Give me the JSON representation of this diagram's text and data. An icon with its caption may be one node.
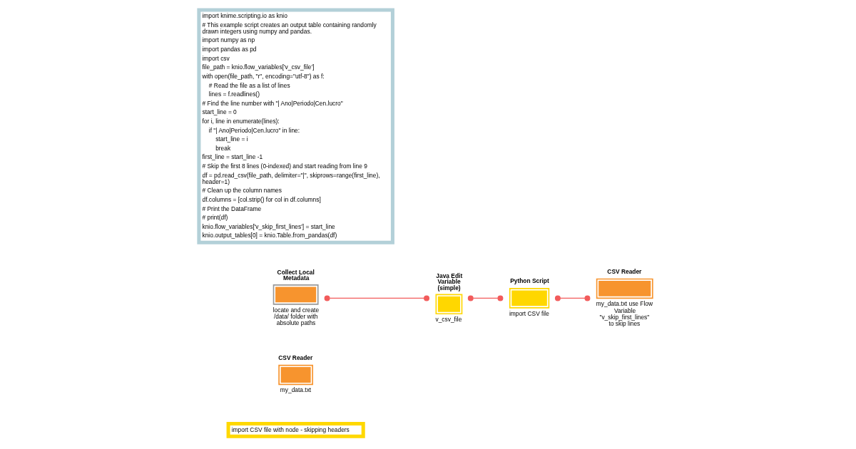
{
  "diagram": {
    "nodes": [
      {
        "text": [
          "import CSV file with node - skipping headers"
        ]
      },
      {
        "text": [
          "CSV Reader",
          "my_data.txt"
        ]
      },
      {
        "text": [
          "CSV Reader",
          "my_data.txt use Flow Variable \"v_skip_first_lines\" to skip lines"
        ]
      },
      {
        "text": [
          "Collect Local Metadata",
          "locate and create /data/ folder with absolute paths"
        ]
      },
      {
        "text": [
          "Java Edit Variable (simple)",
          "v_csv_file"
        ]
      },
      {
        "text": [
          "Python Script",
          "import CSV file"
        ]
      },
      {
        "text": [
          "import knime.scripting.io as knio",
          "# This example script creates an output table containing randomly drawn integers using numpy and pandas.",
          "import numpy as np",
          "import pandas as pd",
          "import csv",
          "file_path = knio.flow_variables['v_csv_file']",
          "with open(file_path, \"r\", encoding=\"utf-8\") as f:",
          "    # Read the file as a list of lines",
          "    lines = f.readlines()",
          "# Find the line number with \"| Ano|Periodo|Cen.lucro\"",
          "start_line = 0",
          "for i, line in enumerate(lines):",
          "    if \"| Ano|Periodo|Cen.lucro\" in line:",
          "        start_line = i",
          "        break",
          "first_line = start_line -1",
          "# Skip the first 8 lines (0-indexed) and start reading from line 9",
          "df = pd.read_csv(file_path, delimiter=\"|\", skiprows=range(first_line), header=1)",
          "# Clean up the column names",
          "df.columns = [col.strip() for col in df.columns]",
          "# Print the DataFrame",
          "# print(df)",
          "knio.flow_variables['v_skip_first_lines'] = start_line",
          "knio.output_tables[0] = knio.Table.from_pandas(df)"
        ]
      }
    ],
    "edges": [
      {
        "from": 3,
        "to": 4,
        "arrow": "other"
      },
      {
        "from": 4,
        "to": 5,
        "arrow": "other"
      },
      {
        "from": 5,
        "to": 2,
        "arrow": "other"
      }
    ]
  }
}
